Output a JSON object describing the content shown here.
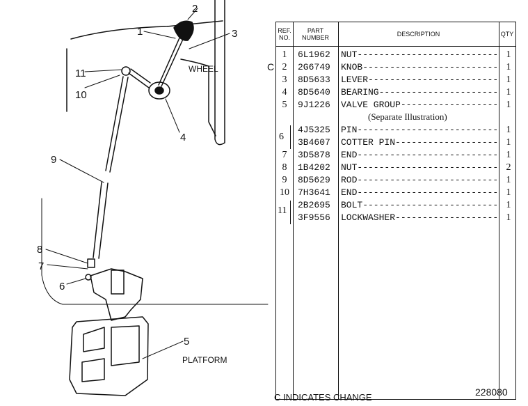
{
  "diagram": {
    "callouts": [
      "1",
      "2",
      "3",
      "4",
      "5",
      "6",
      "7",
      "8",
      "9",
      "10",
      "11"
    ],
    "labels": {
      "wheel": "WHEEL",
      "platform": "PLATFORM"
    }
  },
  "change_marker": "C",
  "table": {
    "headers": {
      "ref": "REF.\nNO.",
      "part": "PART\nNUMBER",
      "desc": "DESCRIPTION",
      "qty": "QTY"
    },
    "rows": [
      {
        "ref": "1",
        "part": "6L1962",
        "desc": "NUT-----------------------------",
        "qty": "1"
      },
      {
        "ref": "2",
        "part": "2G6749",
        "desc": "KNOB----------------------------",
        "qty": "1"
      },
      {
        "ref": "3",
        "part": "8D5633",
        "desc": "LEVER---------------------------",
        "qty": "1"
      },
      {
        "ref": "4",
        "part": "8D5640",
        "desc": "BEARING-------------------------",
        "qty": "1"
      },
      {
        "ref": "5",
        "part": "9J1226",
        "desc": "VALVE GROUP---------------------",
        "qty": "1"
      },
      {
        "ref": "",
        "part": "4J5325",
        "desc": "PIN-----------------------------",
        "qty": "1"
      },
      {
        "ref": "",
        "part": "3B4607",
        "desc": "COTTER PIN----------------------",
        "qty": "1"
      },
      {
        "ref": "7",
        "part": "3D5878",
        "desc": "END-----------------------------",
        "qty": "1"
      },
      {
        "ref": "8",
        "part": "1B4202",
        "desc": "NUT-----------------------------",
        "qty": "2"
      },
      {
        "ref": "9",
        "part": "8D5629",
        "desc": "ROD-----------------------------",
        "qty": "1"
      },
      {
        "ref": "10",
        "part": "7H3641",
        "desc": "END-----------------------------",
        "qty": "1"
      },
      {
        "ref": "",
        "part": "2B2695",
        "desc": "BOLT----------------------------",
        "qty": "1"
      },
      {
        "ref": "",
        "part": "3F9556",
        "desc": "LOCKWASHER----------------------",
        "qty": "1"
      }
    ],
    "note": "(Separate Illustration)",
    "group_refs": {
      "six": "6",
      "eleven": "11"
    }
  },
  "legend": "C INDICATES CHANGE",
  "drawing_number": "228080"
}
